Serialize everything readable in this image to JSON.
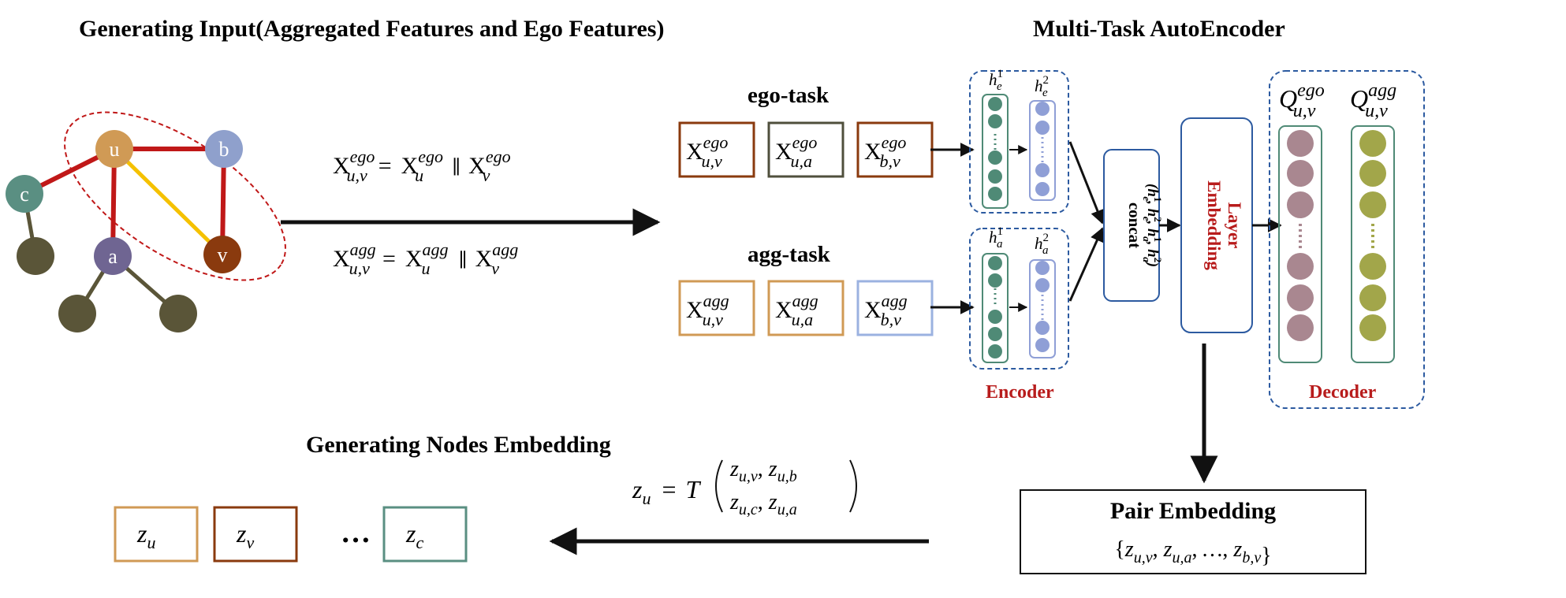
{
  "titles": {
    "input": "Generating Input(Aggregated Features and Ego Features)",
    "autoencoder": "Multi-Task AutoEncoder",
    "nodes_embedding": "Generating Nodes Embedding"
  },
  "graph": {
    "nodes": [
      {
        "id": "u",
        "label": "u",
        "color": "#d09a55"
      },
      {
        "id": "b",
        "label": "b",
        "color": "#8fa0cc"
      },
      {
        "id": "c",
        "label": "c",
        "color": "#5a8f82"
      },
      {
        "id": "a",
        "label": "a",
        "color": "#6f6592"
      },
      {
        "id": "v",
        "label": "v",
        "color": "#8a3a0e"
      },
      {
        "id": "n1",
        "label": "",
        "color": "#5a5538"
      },
      {
        "id": "n2",
        "label": "",
        "color": "#5a5538"
      },
      {
        "id": "n3",
        "label": "",
        "color": "#5a5538"
      }
    ],
    "edge_colors": {
      "red": "#c01818",
      "yellow": "#f5c100",
      "olive": "#5a5538"
    }
  },
  "equations": {
    "ego": {
      "lhs": "X",
      "lhs_sup": "ego",
      "lhs_sub": "u,v",
      "eq": "=",
      "a": "X",
      "a_sup": "ego",
      "a_sub": "u",
      "op": "∥",
      "b": "X",
      "b_sup": "ego",
      "b_sub": "v"
    },
    "agg": {
      "lhs": "X",
      "lhs_sup": "agg",
      "lhs_sub": "u,v",
      "eq": "=",
      "a": "X",
      "a_sup": "agg",
      "a_sub": "u",
      "op": "∥",
      "b": "X",
      "b_sup": "agg",
      "b_sub": "v"
    }
  },
  "tasks": {
    "ego": {
      "label": "ego-task",
      "boxes": [
        {
          "base": "X",
          "sup": "ego",
          "sub": "u,v",
          "color": "#8a3a0e"
        },
        {
          "base": "X",
          "sup": "ego",
          "sub": "u,a",
          "color": "#4f4f3c"
        },
        {
          "base": "X",
          "sup": "ego",
          "sub": "b,v",
          "color": "#8a3a0e"
        }
      ]
    },
    "agg": {
      "label": "agg-task",
      "boxes": [
        {
          "base": "X",
          "sup": "agg",
          "sub": "u,v",
          "color": "#d09a55"
        },
        {
          "base": "X",
          "sup": "agg",
          "sub": "u,a",
          "color": "#d09a55"
        },
        {
          "base": "X",
          "sup": "agg",
          "sub": "b,v",
          "color": "#9bb2e0"
        }
      ]
    }
  },
  "encoder": {
    "label": "Encoder",
    "ego_h1": {
      "base": "h",
      "sub": "e",
      "sup": "1"
    },
    "ego_h2": {
      "base": "h",
      "sub": "e",
      "sup": "2"
    },
    "agg_h1": {
      "base": "h",
      "sub": "a",
      "sup": "1"
    },
    "agg_h2": {
      "base": "h",
      "sub": "a",
      "sup": "2"
    },
    "colors": {
      "h1": "#4f8a76",
      "h2": "#8f9fd6",
      "border": "#2c5aa0"
    }
  },
  "concat": {
    "word": "concat",
    "args": "(h",
    "args_full": [
      {
        "base": "h",
        "sub": "e",
        "sup": "1"
      },
      {
        "base": "h",
        "sub": "e",
        "sup": "2"
      },
      {
        "base": "h",
        "sub": "a",
        "sup": "1"
      },
      {
        "base": "h",
        "sub": "a",
        "sup": "2"
      }
    ]
  },
  "embedding_layer": {
    "line1": "Embedding",
    "line2": "Layer"
  },
  "decoder": {
    "label": "Decoder",
    "q_ego": {
      "base": "Q",
      "sup": "ego",
      "sub": "u,v"
    },
    "q_agg": {
      "base": "Q",
      "sup": "agg",
      "sub": "u,v"
    },
    "colors": {
      "ego": "#a98790",
      "agg": "#a2a64a",
      "border": "#4f8a76"
    }
  },
  "pair_embedding": {
    "title": "Pair Embedding",
    "set_open": "{",
    "items": [
      {
        "base": "z",
        "sub": "u,v"
      },
      {
        "base": "z",
        "sub": "u,a"
      },
      {
        "base": "…",
        "sub": ""
      },
      {
        "base": "z",
        "sub": "b,v"
      }
    ],
    "set_close": "}"
  },
  "node_formula": {
    "lhs": "z",
    "lhs_sub": "u",
    "eq": "=",
    "fn": "T",
    "row1": [
      {
        "base": "z",
        "sub": "u,v"
      },
      {
        "base": "z",
        "sub": "u,b"
      }
    ],
    "row2": [
      {
        "base": "z",
        "sub": "u,c"
      },
      {
        "base": "z",
        "sub": "u,a"
      }
    ]
  },
  "node_embeddings": [
    {
      "base": "z",
      "sub": "u",
      "color": "#d09a55"
    },
    {
      "base": "z",
      "sub": "v",
      "color": "#8a3a0e"
    },
    {
      "base": "z",
      "sub": "c",
      "color": "#5a8f82"
    }
  ],
  "ellipsis": "…",
  "colors": {
    "dark_red": "#b81c1c",
    "black": "#111111",
    "blue_dash": "#2c5aa0"
  }
}
